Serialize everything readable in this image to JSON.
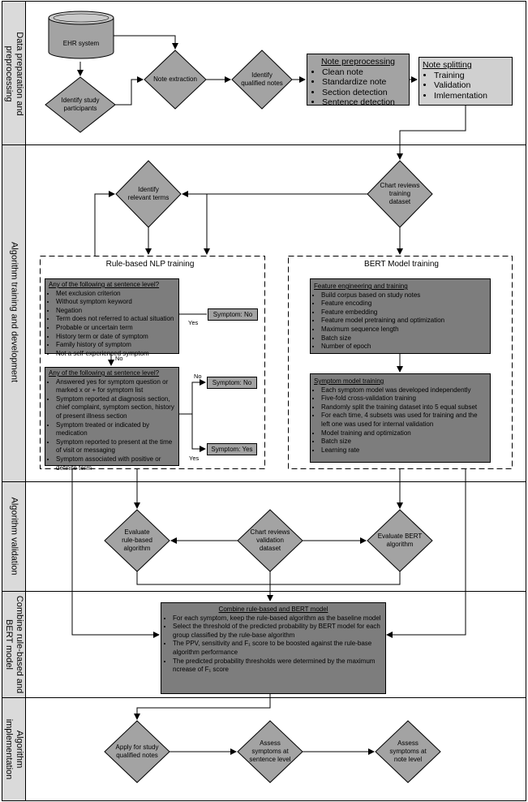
{
  "sections": [
    {
      "label": "Data preparation and\npreprocessing"
    },
    {
      "label": "Algorithm training and development"
    },
    {
      "label": "Algorithm validation"
    },
    {
      "label": "Combine rule-based and\nBERT model"
    },
    {
      "label": "Algorithm\nimplementation"
    }
  ],
  "nodes": {
    "ehr": "EHR system",
    "identify_participants": "Identify study\nparticipants",
    "note_extraction": "Note extraction",
    "qualified_notes": "Identify\nqualified notes",
    "relevant_terms": "Identify\nrelevant terms",
    "chart_training": "Chart reviews\ntraining\ndataset",
    "eval_rule": "Evaluate\nrule-based\nalgorithm",
    "chart_validation": "Chart reviews\nvalidation\ndataset",
    "eval_bert": "Evaluate BERT\nalgorithm",
    "apply_notes": "Apply for study\nqualified notes",
    "assess_sentence": "Assess\nsymptoms at\nsentence level",
    "assess_note": "Assess\nsymptoms at\nnote level"
  },
  "preprocessing": {
    "title": "Note preprocessing",
    "items": [
      "Clean note",
      "Standardize note",
      "Section detection",
      "Sentence detection"
    ]
  },
  "splitting": {
    "title": "Note splitting",
    "items": [
      "Training",
      "Validation",
      "Imlementation"
    ]
  },
  "rule_title": "Rule-based NLP training",
  "bert_title": "BERT Model training",
  "rule_box1": {
    "title": "Any of the following at sentence level?",
    "items": [
      "Met exclusion criterion",
      "Without symptom keyword",
      "Negation",
      "Term does not referred to actual situation",
      "Probable or uncertain term",
      "History term or date of symptom",
      "Family history of symptom",
      "Not a self-experienced symptom"
    ]
  },
  "rule_box2": {
    "title": "Any of the following at sentence level?",
    "items": [
      "Answered yes for symptom question or marked x or + for symptom list",
      "Symptom reported at diagnosis section, chief complaint, symptom section, history of present illness section",
      "Symptom treated or indicated by medication",
      "Symptom reported to present at the time of visit or messaging",
      "Symptom associated with positive or definite term"
    ]
  },
  "symptom_no": "Symptom: No",
  "symptom_yes": "Symptom: Yes",
  "yes": "Yes",
  "no": "No",
  "bert_box1": {
    "title": "Feature engineering and training",
    "items": [
      "Build corpus based on study notes",
      "Feature encoding",
      "Feature embedding",
      "Feature model pretraining and optimization",
      "Maximum sequence length",
      "Batch size",
      "Number of epoch"
    ]
  },
  "bert_box2": {
    "title": "Symptom model training",
    "items": [
      "Each symptom model was developed independently",
      "Five-fold cross-validation training",
      "Randomly split the training dataset into 5 equal subset",
      "For each time, 4 subsets was used for training and the left one was used for internal validation",
      "Model training and optimization",
      "Batch size",
      "Learning rate"
    ]
  },
  "combine_box": {
    "title": "Combine rule-based and BERT model",
    "items": [
      "For each symptom, keep the rule-based algorithm as the baseline model",
      "Select the threshold of the predicted probability by BERT model for each group classified by the rule-base algorithm",
      "The PPV, sensitivity and F₁ score to be boosted against the rule-base algorithm performance",
      "The predicted probability thresholds were determined by the maximum ncrease of F₁ score"
    ]
  }
}
